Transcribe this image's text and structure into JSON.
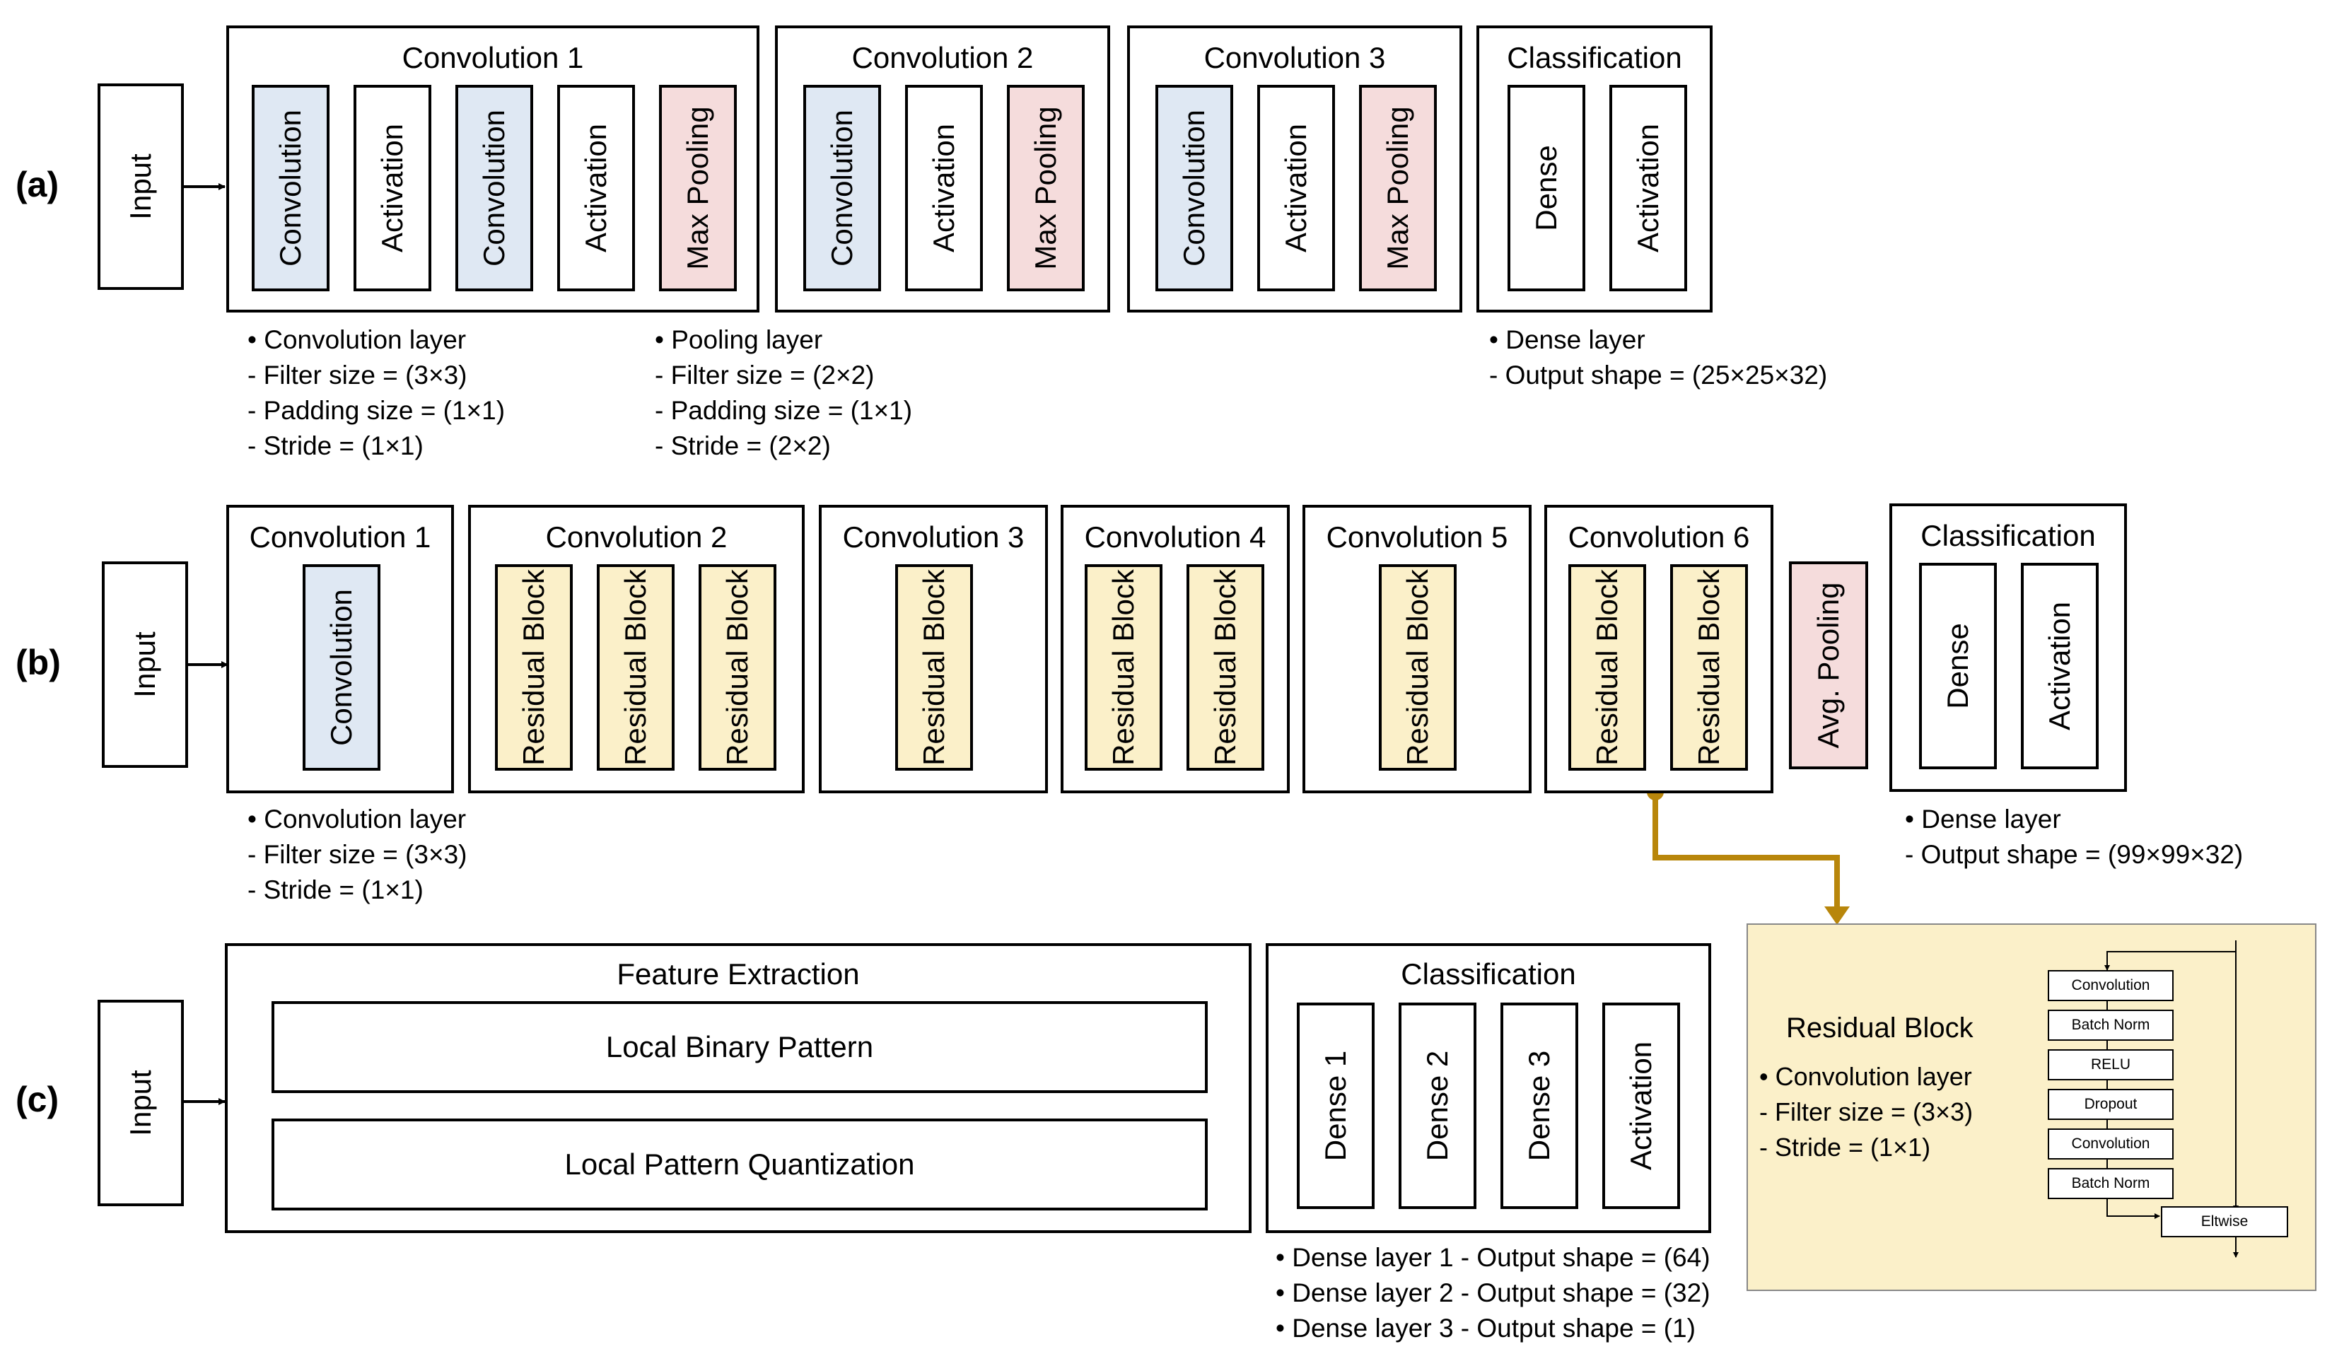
{
  "panel_a": {
    "label": "(a)",
    "input": "Input",
    "conv1": {
      "title": "Convolution 1",
      "blocks": [
        "Convolution",
        "Activation",
        "Convolution",
        "Activation",
        "Max Pooling"
      ]
    },
    "conv2": {
      "title": "Convolution 2",
      "blocks": [
        "Convolution",
        "Activation",
        "Max Pooling"
      ]
    },
    "conv3": {
      "title": "Convolution 3",
      "blocks": [
        "Convolution",
        "Activation",
        "Max Pooling"
      ]
    },
    "cls": {
      "title": "Classification",
      "blocks": [
        "Dense",
        "Activation"
      ]
    },
    "notes": {
      "conv": [
        "• Convolution layer",
        "- Filter size = (3×3)",
        "- Padding size = (1×1)",
        "- Stride = (1×1)"
      ],
      "pool": [
        "• Pooling layer",
        "- Filter size = (2×2)",
        "- Padding size = (1×1)",
        "- Stride = (2×2)"
      ],
      "dense": [
        "• Dense layer",
        "- Output shape = (25×25×32)"
      ]
    }
  },
  "panel_b": {
    "label": "(b)",
    "input": "Input",
    "conv1": {
      "title": "Convolution 1",
      "blocks": [
        "Convolution"
      ]
    },
    "conv2": {
      "title": "Convolution 2",
      "blocks": [
        "Residual Block",
        "Residual Block",
        "Residual Block"
      ]
    },
    "conv3": {
      "title": "Convolution 3",
      "blocks": [
        "Residual Block"
      ]
    },
    "conv4": {
      "title": "Convolution 4",
      "blocks": [
        "Residual Block",
        "Residual Block"
      ]
    },
    "conv5": {
      "title": "Convolution 5",
      "blocks": [
        "Residual Block"
      ]
    },
    "conv6": {
      "title": "Convolution 6",
      "blocks": [
        "Residual Block",
        "Residual Block"
      ]
    },
    "avg_pool": "Avg. Pooling",
    "cls": {
      "title": "Classification",
      "blocks": [
        "Dense",
        "Activation"
      ]
    },
    "notes": {
      "conv": [
        "• Convolution layer",
        "- Filter size = (3×3)",
        "- Stride = (1×1)"
      ],
      "dense": [
        "• Dense layer",
        "- Output shape = (99×99×32)"
      ]
    }
  },
  "residual": {
    "title": "Residual Block",
    "notes": [
      "• Convolution layer",
      "- Filter size = (3×3)",
      "-  Stride = (1×1)"
    ],
    "layers": [
      "Convolution",
      "Batch Norm",
      "RELU",
      "Dropout",
      "Convolution",
      "Batch Norm"
    ],
    "eltwise": "Eltwise",
    "colors": {
      "background": "#fbf0c9",
      "connector": "#b8860b"
    }
  },
  "panel_c": {
    "label": "(c)",
    "input": "Input",
    "feature": {
      "title": "Feature Extraction",
      "items": [
        "Local Binary Pattern",
        "Local Pattern Quantization"
      ]
    },
    "cls": {
      "title": "Classification",
      "blocks": [
        "Dense 1",
        "Dense 2",
        "Dense 3",
        "Activation"
      ]
    },
    "notes": [
      "• Dense layer 1 - Output shape = (64)",
      "• Dense layer 2 - Output shape = (32)",
      "• Dense layer 3 - Output shape = (1)"
    ]
  }
}
